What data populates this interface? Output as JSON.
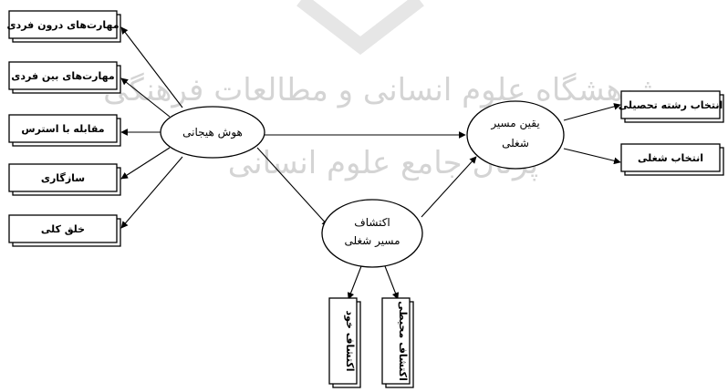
{
  "watermark": {
    "line1": "پژوهشگاه علوم انسانی و مطالعات فرهنگی",
    "line2": "پرتال جامع علوم انسانی"
  },
  "nodes": {
    "emotional_intelligence": "هوش هیجانی",
    "career_exploration_1": "اکتشاف",
    "career_exploration_2": "مسیر شغلی",
    "career_certainty_1": "یقین مسیر",
    "career_certainty_2": "شغلی"
  },
  "left_boxes": [
    "مهارت‌های درون فردی",
    "مهارت‌های بین فردی",
    "مقابله با استرس",
    "سازگاری",
    "خلق کلی"
  ],
  "right_boxes": [
    "انتخاب رشته تحصیلی",
    "انتخاب شغلی"
  ],
  "bottom_boxes": [
    "اکتشاف خود",
    "اکتشاف محیطی"
  ]
}
